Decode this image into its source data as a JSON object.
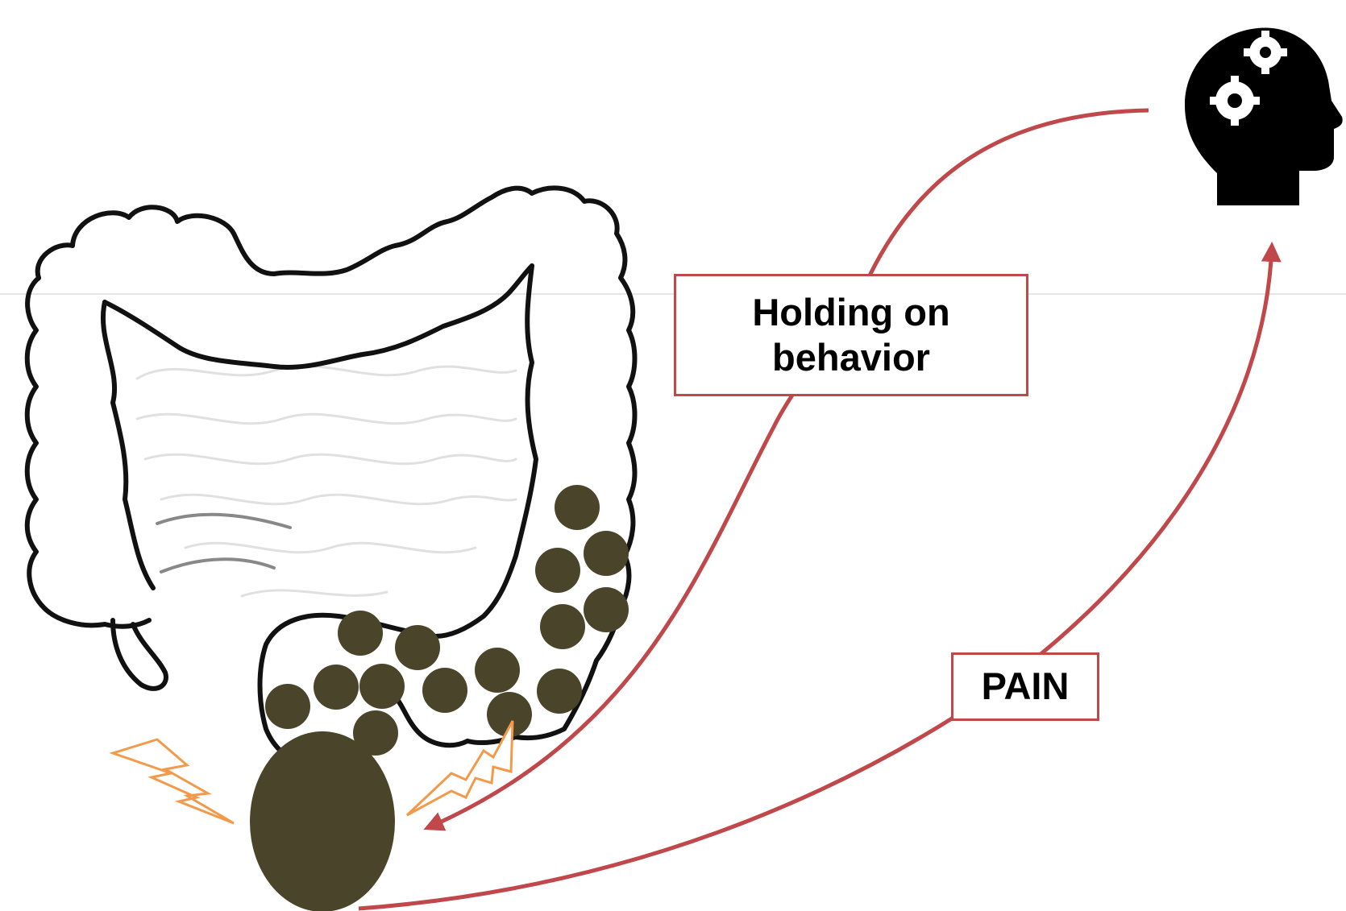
{
  "labels": {
    "holding_on_behavior": "Holding on behavior",
    "pain": "PAIN"
  },
  "colors": {
    "arrow": "#c0474a",
    "stool": "#4a442b",
    "lightning": "#f29a4a",
    "colon_outline": "#111111",
    "head": "#000000",
    "background": "#ffffff"
  },
  "icons": {
    "head": "head-with-gears-icon",
    "pain_signal": "lightning-bolt-icon",
    "organ": "large-intestine-illustration"
  }
}
